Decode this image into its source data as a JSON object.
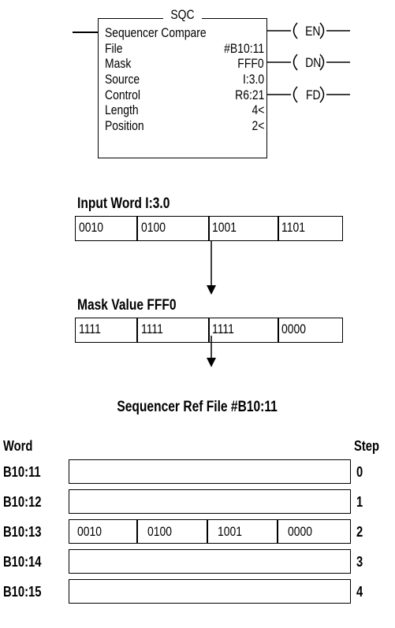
{
  "instruction": {
    "mnemonic": "SQC",
    "name": "Sequencer Compare",
    "params": [
      {
        "label": "File",
        "value": "#B10:11"
      },
      {
        "label": "Mask",
        "value": "FFF0"
      },
      {
        "label": "Source",
        "value": "I:3.0"
      },
      {
        "label": "Control",
        "value": "R6:21"
      },
      {
        "label": "Length",
        "value": "4<"
      },
      {
        "label": "Position",
        "value": "2<"
      }
    ],
    "outputs": [
      "EN",
      "DN",
      "FD"
    ]
  },
  "input_word": {
    "title": "Input Word I:3.0",
    "nibbles": [
      "0010",
      "0100",
      "1001",
      "1101"
    ]
  },
  "mask_value": {
    "title": "Mask Value FFF0",
    "nibbles": [
      "1111",
      "1111",
      "1111",
      "0000"
    ]
  },
  "ref_file": {
    "title": "Sequencer Ref File #B10:11",
    "word_header": "Word",
    "step_header": "Step",
    "rows": [
      {
        "word": "B10:11",
        "step": "0",
        "nibbles": []
      },
      {
        "word": "B10:12",
        "step": "1",
        "nibbles": []
      },
      {
        "word": "B10:13",
        "step": "2",
        "nibbles": [
          "0010",
          "0100",
          "1001",
          "0000"
        ]
      },
      {
        "word": "B10:14",
        "step": "3",
        "nibbles": []
      },
      {
        "word": "B10:15",
        "step": "4",
        "nibbles": []
      }
    ]
  }
}
